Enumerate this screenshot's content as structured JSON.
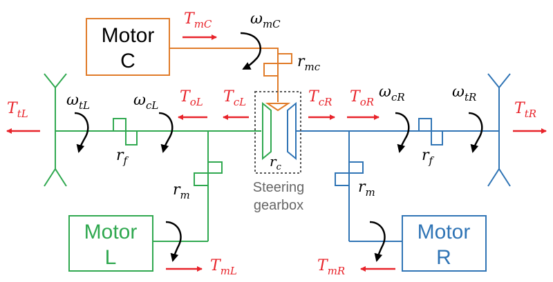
{
  "colors": {
    "orange": "#E07B28",
    "green": "#2FA84F",
    "blue": "#2F74B5",
    "red": "#E8232A",
    "black": "#000000",
    "gray": "#666666"
  },
  "motors": {
    "c": {
      "line1": "Motor",
      "line2": "C"
    },
    "l": {
      "line1": "Motor",
      "line2": "L"
    },
    "r": {
      "line1": "Motor",
      "line2": "R"
    }
  },
  "gearbox": {
    "line1": "Steering",
    "line2": "gearbox",
    "ratio_base": "r",
    "ratio_sub": "c"
  },
  "torques": {
    "tmc": {
      "base": "T",
      "sub": "mC"
    },
    "ttl": {
      "base": "T",
      "sub": "tL"
    },
    "tol": {
      "base": "T",
      "sub": "oL"
    },
    "tcl": {
      "base": "T",
      "sub": "cL"
    },
    "tcr": {
      "base": "T",
      "sub": "cR"
    },
    "tor": {
      "base": "T",
      "sub": "oR"
    },
    "ttr": {
      "base": "T",
      "sub": "tR"
    },
    "tml": {
      "base": "T",
      "sub": "mL"
    },
    "tmr": {
      "base": "T",
      "sub": "mR"
    }
  },
  "speeds": {
    "wmc": {
      "base": "ω",
      "sub": "mC"
    },
    "wtl": {
      "base": "ω",
      "sub": "tL"
    },
    "wcl": {
      "base": "ω",
      "sub": "cL"
    },
    "wcr": {
      "base": "ω",
      "sub": "cR"
    },
    "wtr": {
      "base": "ω",
      "sub": "tR"
    }
  },
  "ratios": {
    "rmc": {
      "base": "r",
      "sub": "mc"
    },
    "rfl": {
      "base": "r",
      "sub": "f"
    },
    "rfr": {
      "base": "r",
      "sub": "f"
    },
    "rml": {
      "base": "r",
      "sub": "m"
    },
    "rmr": {
      "base": "r",
      "sub": "m"
    }
  }
}
